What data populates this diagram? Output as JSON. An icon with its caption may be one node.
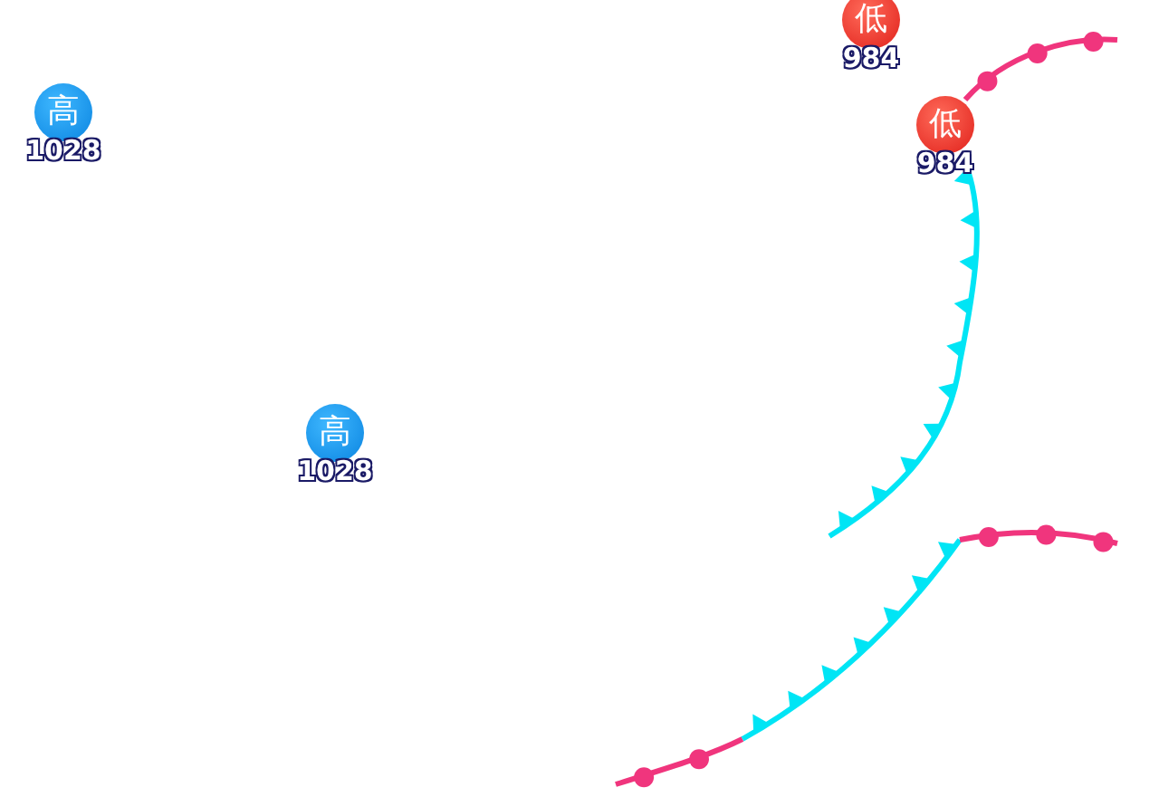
{
  "diagram": {
    "nodes": [
      {
        "text": [
          "低"
        ],
        "beside": [
          "984"
        ]
      },
      {
        "text": [
          "高"
        ],
        "beside": [
          "1028"
        ]
      },
      {
        "text": [
          "低"
        ],
        "beside": [
          "984"
        ]
      },
      {
        "text": [
          "高"
        ],
        "beside": [
          "1028"
        ]
      }
    ]
  }
}
